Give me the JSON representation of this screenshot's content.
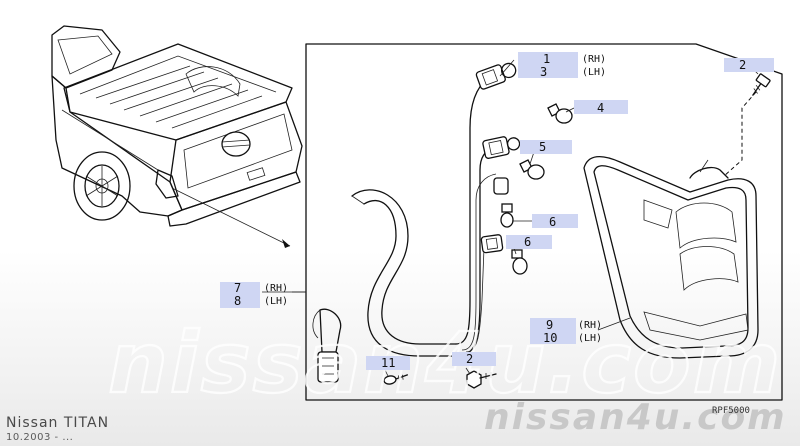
{
  "vehicle": {
    "model": "Nissan TITAN",
    "production": "10.2003 - ..."
  },
  "diagram_code": "RPF5000",
  "watermark": {
    "center": "nissan4u.com",
    "corner": "nissan4u.com"
  },
  "callouts": [
    {
      "id": "c1",
      "num": "1",
      "side": "(RH)"
    },
    {
      "id": "c3",
      "num": "3",
      "side": "(LH)"
    },
    {
      "id": "c4",
      "num": "4",
      "side": ""
    },
    {
      "id": "c5",
      "num": "5",
      "side": ""
    },
    {
      "id": "c6a",
      "num": "6",
      "side": ""
    },
    {
      "id": "c6b",
      "num": "6",
      "side": ""
    },
    {
      "id": "c2a",
      "num": "2",
      "side": ""
    },
    {
      "id": "c7",
      "num": "7",
      "side": "(RH)"
    },
    {
      "id": "c8",
      "num": "8",
      "side": "(LH)"
    },
    {
      "id": "c9",
      "num": "9",
      "side": "(RH)"
    },
    {
      "id": "c10",
      "num": "10",
      "side": "(LH)"
    },
    {
      "id": "c11",
      "num": "11",
      "side": ""
    },
    {
      "id": "c2b",
      "num": "2",
      "side": ""
    }
  ],
  "colors": {
    "callout_fill": "#cfd6f3",
    "line": "#111111",
    "caption": "#4a4a4a"
  }
}
